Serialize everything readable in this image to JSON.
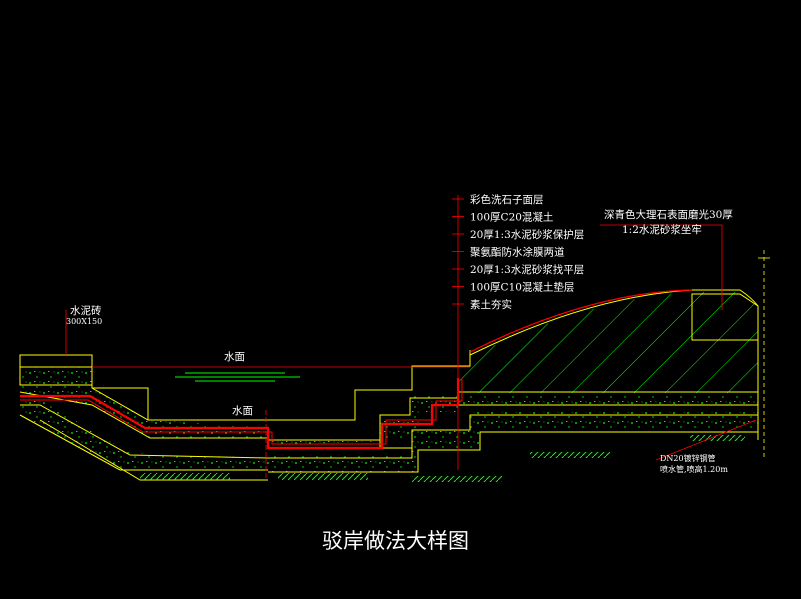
{
  "title": "驳岸做法大样图",
  "colors": {
    "background": "#000000",
    "outline": "#ffff00",
    "hatch": "#00ff00",
    "pipe": "#ff0000",
    "leader": "#ff0000",
    "text": "#ffffff"
  },
  "layer_labels": [
    "彩色洗石子面层",
    "100厚C20混凝土",
    "20厚1:3水泥砂浆保护层",
    "聚氨酯防水涂膜两道",
    "20厚1:3水泥砂浆找平层",
    "100厚C10混凝土垫层",
    "素土夯实"
  ],
  "brick_label": {
    "name": "水泥砖",
    "size": "300X150"
  },
  "water_labels": [
    "水面",
    "水面"
  ],
  "stone_label": [
    "深青色大理石表面磨光30厚",
    "1:2水泥砂浆坐牢"
  ],
  "pipe_label": [
    "DN20镀锌钢管",
    "喷水管,喷高1.20m"
  ]
}
